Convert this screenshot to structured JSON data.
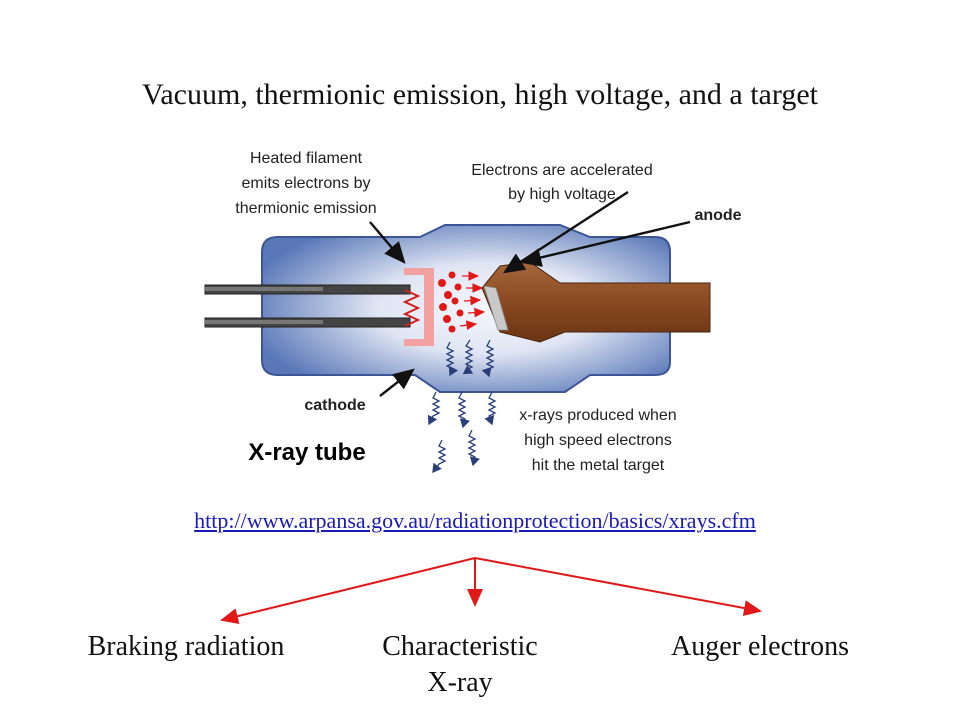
{
  "title": "Vacuum, thermionic emission, high voltage, and a target",
  "diagram": {
    "labels": {
      "filament": [
        "Heated filament",
        "emits electrons by",
        "thermionic emission"
      ],
      "accelerated": [
        "Electrons are accelerated",
        "by high voltage"
      ],
      "anode": "anode",
      "cathode": "cathode",
      "xrays": [
        "x-rays produced when",
        "high speed electrons",
        "hit the metal target"
      ],
      "tube_title": "X-ray tube"
    },
    "colors": {
      "tube_fill": "#5a78b8",
      "tube_glow": "#f2f5fb",
      "anode": "#8a4a22",
      "cathode_cup": "#f2a0a0",
      "electrons": "#e01818",
      "arrows": "#e01818"
    }
  },
  "source_link": "http://www.arpansa.gov.au/radiationprotection/basics/xrays.cfm",
  "branches": {
    "left": "Braking radiation",
    "middle_line1": "Characteristic",
    "middle_line2": "X-ray",
    "right": "Auger electrons"
  }
}
